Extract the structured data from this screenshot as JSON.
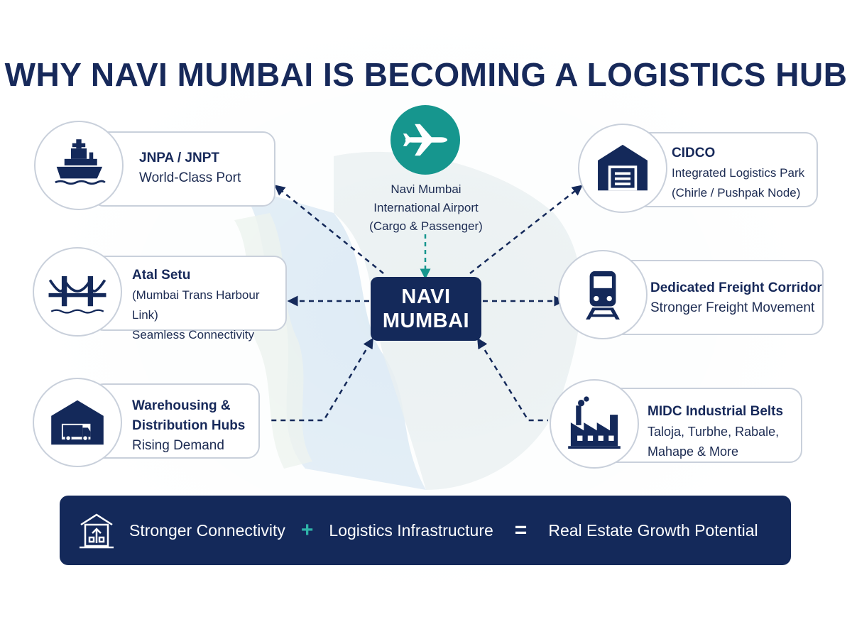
{
  "title": "WHY NAVI MUMBAI IS BECOMING A LOGISTICS HUB",
  "center": {
    "line1": "NAVI",
    "line2": "MUMBAI"
  },
  "airport": {
    "icon": "airplane-icon",
    "line1": "Navi Mumbai",
    "line2": "International Airport",
    "line3": "(Cargo & Passenger)"
  },
  "nodes": {
    "jnpa": {
      "icon": "ship-icon",
      "title": "JNPA / JNPT",
      "line1": "World-Class Port"
    },
    "atal": {
      "icon": "bridge-icon",
      "title": "Atal Setu",
      "line1": "(Mumbai Trans Harbour Link)",
      "line2": "Seamless Connectivity"
    },
    "warehousing": {
      "icon": "warehouse-truck-icon",
      "title": "Warehousing &",
      "title2": "Distribution Hubs",
      "line1": "Rising Demand"
    },
    "cidco": {
      "icon": "warehouse-icon",
      "title": "CIDCO",
      "line1": "Integrated Logistics Park",
      "line2": "(Chirle / Pushpak Node)"
    },
    "dfc": {
      "icon": "train-icon",
      "title": "Dedicated Freight Corridor",
      "line1": "Stronger Freight Movement"
    },
    "midc": {
      "icon": "factory-icon",
      "title": "MIDC Industrial Belts",
      "line1": "Taloja, Turbhe, Rabale,",
      "line2": "Mahape & More"
    }
  },
  "equation": {
    "icon": "building-growth-icon",
    "term1": "Stronger Connectivity",
    "plus": "+",
    "term2": "Logistics Infrastructure",
    "equals": "=",
    "result": "Real Estate Growth Potential"
  },
  "colors": {
    "navy": "#14295a",
    "teal": "#16968e",
    "border": "#c9d0db",
    "map_land": "#e7eef0",
    "map_water": "#d6e6f2"
  }
}
